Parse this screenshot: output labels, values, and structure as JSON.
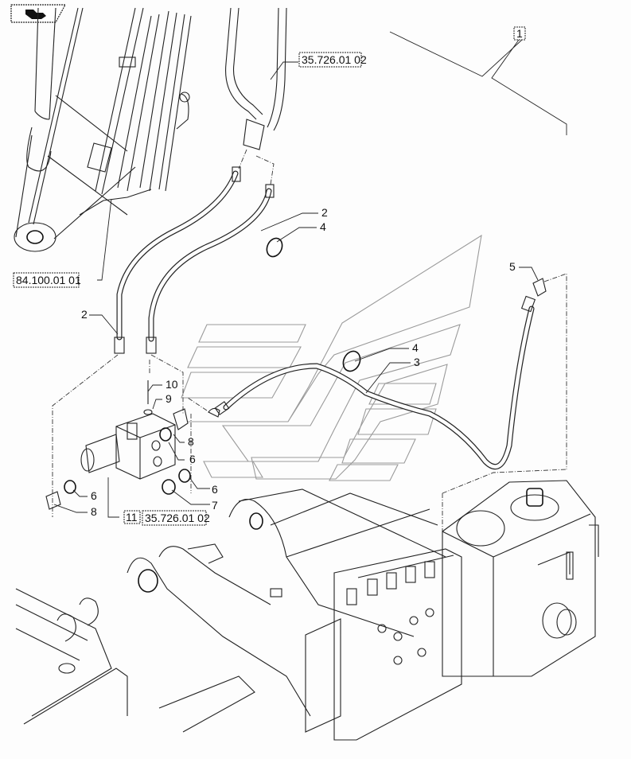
{
  "diagram": {
    "title_icon": "navigation-arrow-icon",
    "callouts": [
      {
        "id": "callout-1",
        "label": "1",
        "boxed": true
      },
      {
        "id": "callout-2a",
        "label": "2"
      },
      {
        "id": "callout-2b",
        "label": "2"
      },
      {
        "id": "callout-3",
        "label": "3"
      },
      {
        "id": "callout-4a",
        "label": "4"
      },
      {
        "id": "callout-4b",
        "label": "4"
      },
      {
        "id": "callout-5",
        "label": "5"
      },
      {
        "id": "callout-6a",
        "label": "6"
      },
      {
        "id": "callout-6b",
        "label": "6"
      },
      {
        "id": "callout-6c",
        "label": "6"
      },
      {
        "id": "callout-7",
        "label": "7"
      },
      {
        "id": "callout-8a",
        "label": "8"
      },
      {
        "id": "callout-8b",
        "label": "8"
      },
      {
        "id": "callout-9",
        "label": "9"
      },
      {
        "id": "callout-10",
        "label": "10"
      },
      {
        "id": "callout-11",
        "label": "11",
        "boxed": true
      }
    ],
    "references": [
      {
        "id": "ref-top",
        "label": "35.726.01 02"
      },
      {
        "id": "ref-left",
        "label": "84.100.01 01"
      },
      {
        "id": "ref-bottom",
        "label": "35.726.01 02"
      }
    ],
    "components": [
      "boom-cylinder",
      "hose-set",
      "hydraulic-valve-block",
      "hose-long",
      "oil-tank",
      "control-valve",
      "loader-frame",
      "watermark-logo"
    ]
  }
}
